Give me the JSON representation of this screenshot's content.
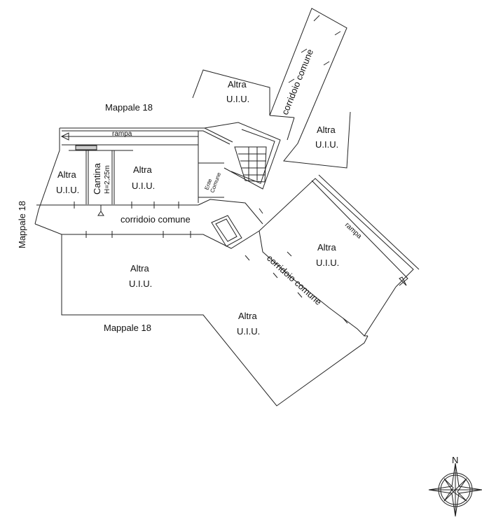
{
  "labels": {
    "mappale_top": "Mappale 18",
    "mappale_left": "Mappale 18",
    "mappale_bottom": "Mappale 18",
    "rampa_top": "rampa",
    "rampa_right": "rampa",
    "altra": "Altra",
    "uiu": "U.I.U.",
    "cantina": "Cantina",
    "cantina_height": "H=2,25m",
    "ente_comune_1": "Ente",
    "ente_comune_2": "Comune",
    "corridoio_comune": "corridoio comune",
    "north": "N"
  }
}
